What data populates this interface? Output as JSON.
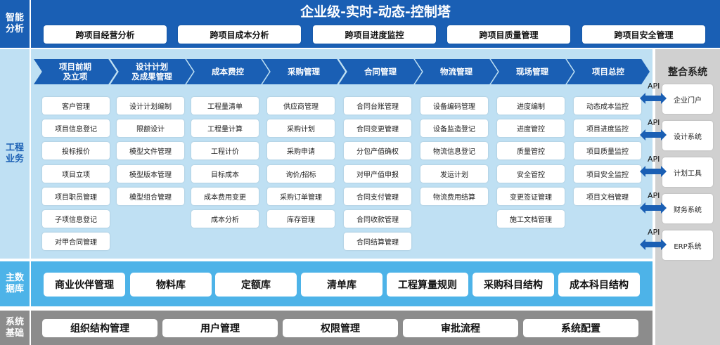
{
  "smart": {
    "label": "智能\n分析",
    "title": "企业级-实时-动态-控制塔",
    "items": [
      "跨项目经营分析",
      "跨项目成本分析",
      "跨项目进度监控",
      "跨项目质量管理",
      "跨项目安全管理"
    ]
  },
  "engineering": {
    "label": "工程\n业务",
    "columns": [
      {
        "header": "项目前期\n及立项",
        "items": [
          "客户管理",
          "项目信息登记",
          "投标报价",
          "项目立项",
          "项目职员管理",
          "子项信息登记",
          "对甲合同管理"
        ]
      },
      {
        "header": "设计计划\n及成果管理",
        "items": [
          "设计计划编制",
          "限额设计",
          "模型文件管理",
          "模型版本管理",
          "模型组合管理"
        ]
      },
      {
        "header": "成本费控",
        "items": [
          "工程量清单",
          "工程量计算",
          "工程计价",
          "目标成本",
          "成本费用变更",
          "成本分析"
        ]
      },
      {
        "header": "采购管理",
        "items": [
          "供应商管理",
          "采购计划",
          "采购申请",
          "询价/招标",
          "采购订单管理",
          "库存管理"
        ]
      },
      {
        "header": "合同管理",
        "items": [
          "合同台账管理",
          "合同变更管理",
          "分包产值确权",
          "对甲产值申报",
          "合同支付管理",
          "合同收款管理",
          "合同结算管理"
        ]
      },
      {
        "header": "物流管理",
        "items": [
          "设备编码管理",
          "设备监造登记",
          "物流信息登记",
          "发运计划",
          "物流费用结算"
        ]
      },
      {
        "header": "现场管理",
        "items": [
          "进度编制",
          "进度管控",
          "质量管控",
          "安全管控",
          "变更签证管理",
          "施工文档管理"
        ]
      },
      {
        "header": "项目总控",
        "items": [
          "动态成本监控",
          "项目进度监控",
          "项目质量监控",
          "项目安全监控",
          "项目文档管理"
        ]
      }
    ]
  },
  "integration": {
    "title": "整合系统",
    "api_label": "API",
    "systems": [
      "企业门户",
      "设计系统",
      "计划工具",
      "财务系统",
      "ERP系统"
    ]
  },
  "master_data": {
    "label": "主数\n据库",
    "items": [
      "商业伙伴管理",
      "物料库",
      "定额库",
      "清单库",
      "工程算量规则",
      "采购科目结构",
      "成本科目结构"
    ]
  },
  "system_base": {
    "label": "系统\n基础",
    "items": [
      "组织结构管理",
      "用户管理",
      "权限管理",
      "审批流程",
      "系统配置"
    ]
  },
  "colors": {
    "dark_blue": "#1a5fb4",
    "light_blue": "#bfe0f3",
    "mid_blue": "#4db3e8",
    "gray": "#8c8c8c",
    "light_gray": "#d0d0d0"
  }
}
